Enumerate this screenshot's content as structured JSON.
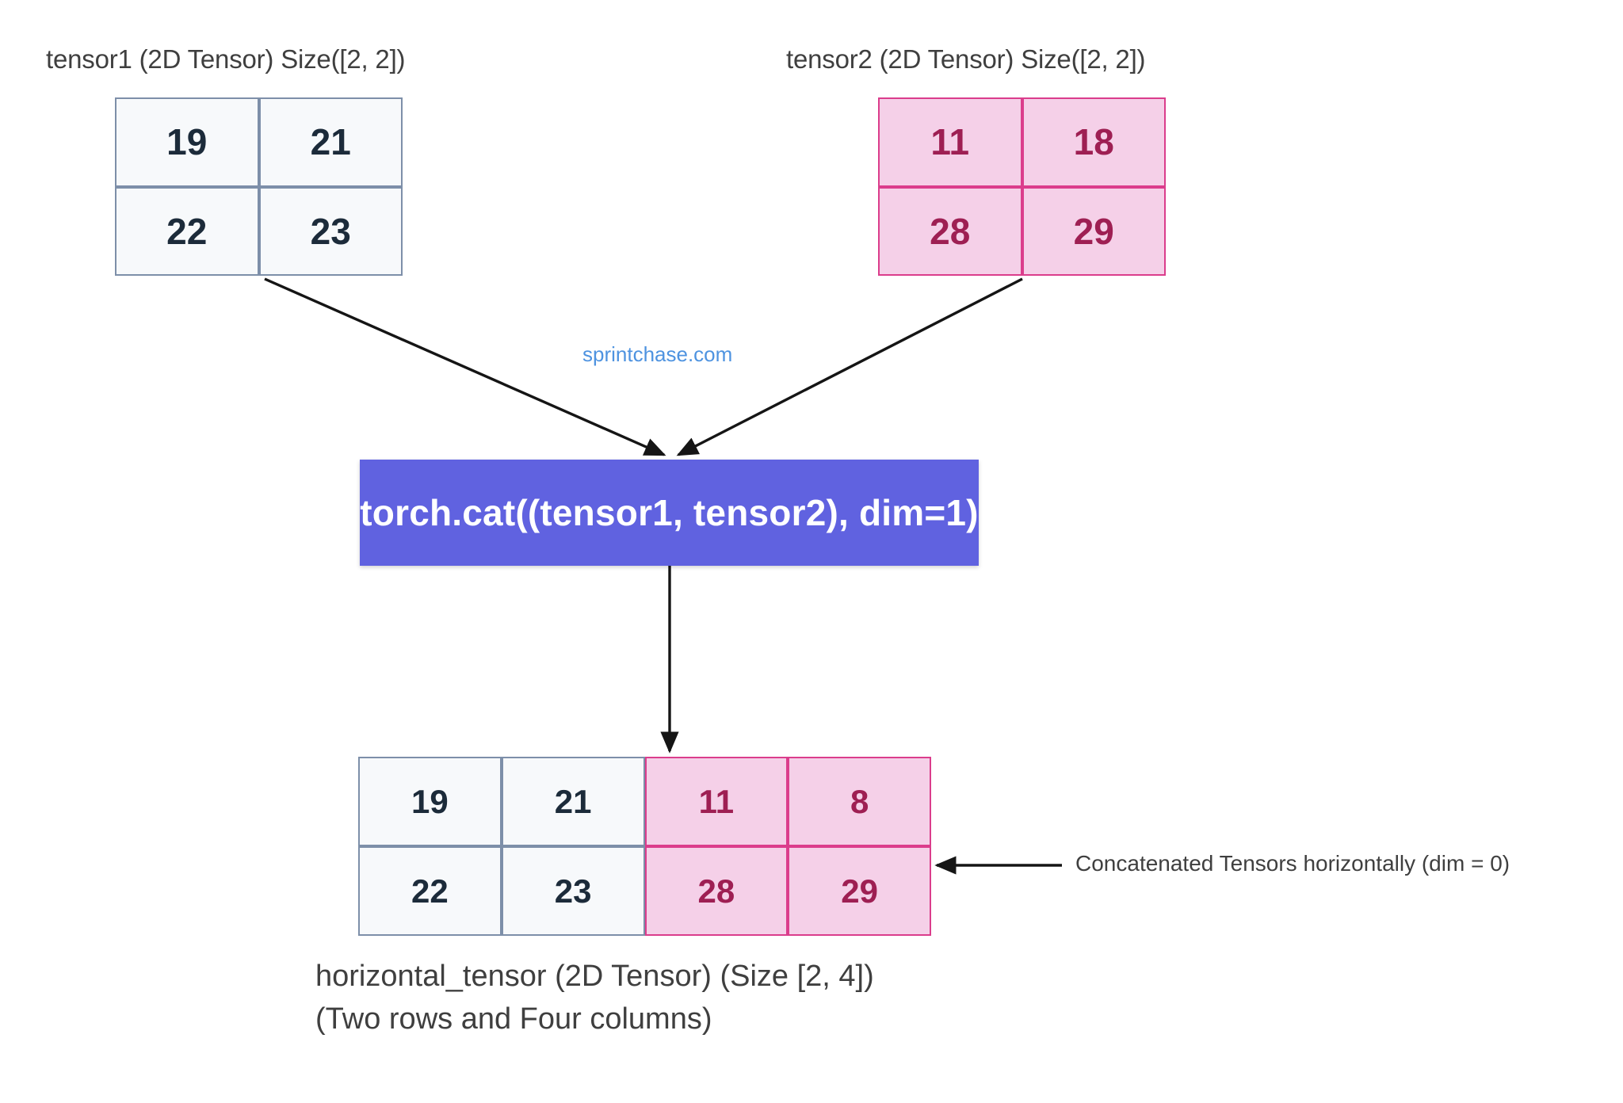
{
  "diagram": {
    "title_tensor1": "tensor1 (2D Tensor) Size([2, 2])",
    "title_tensor2": "tensor2 (2D Tensor) Size([2, 2])",
    "operation_label": "torch.cat((tensor1, tensor2), dim=1)",
    "watermark": "sprintchase.com",
    "result_caption_line1": "horizontal_tensor (2D Tensor) (Size [2, 4])",
    "result_caption_line2": "(Two rows and Four columns)",
    "concat_annotation": "Concatenated Tensors horizontally (dim = 0)"
  },
  "tensor1": {
    "name": "tensor1",
    "shape": [
      2,
      2
    ],
    "cells": [
      "19",
      "21",
      "22",
      "23"
    ]
  },
  "tensor2": {
    "name": "tensor2",
    "shape": [
      2,
      2
    ],
    "cells": [
      "11",
      "18",
      "28",
      "29"
    ]
  },
  "result": {
    "name": "horizontal_tensor",
    "shape": [
      2,
      4
    ],
    "cells": [
      {
        "value": "19",
        "source": "tensor1"
      },
      {
        "value": "21",
        "source": "tensor1"
      },
      {
        "value": "11",
        "source": "tensor2"
      },
      {
        "value": "8",
        "source": "tensor2"
      },
      {
        "value": "22",
        "source": "tensor1"
      },
      {
        "value": "23",
        "source": "tensor1"
      },
      {
        "value": "28",
        "source": "tensor2"
      },
      {
        "value": "29",
        "source": "tensor2"
      }
    ]
  },
  "colors": {
    "background": "#ffffff",
    "operation_box": "#6062e0",
    "operation_text": "#ffffff",
    "tensor1_fill": "#f7f9fb",
    "tensor1_border": "#7d8fa9",
    "tensor1_text": "#1c2b3a",
    "tensor2_fill": "#f5d0e8",
    "tensor2_border": "#db3d8c",
    "tensor2_text": "#9e1f53",
    "label_text": "#3f3f3f",
    "watermark_text": "#4e93e0",
    "arrow": "#151515"
  }
}
